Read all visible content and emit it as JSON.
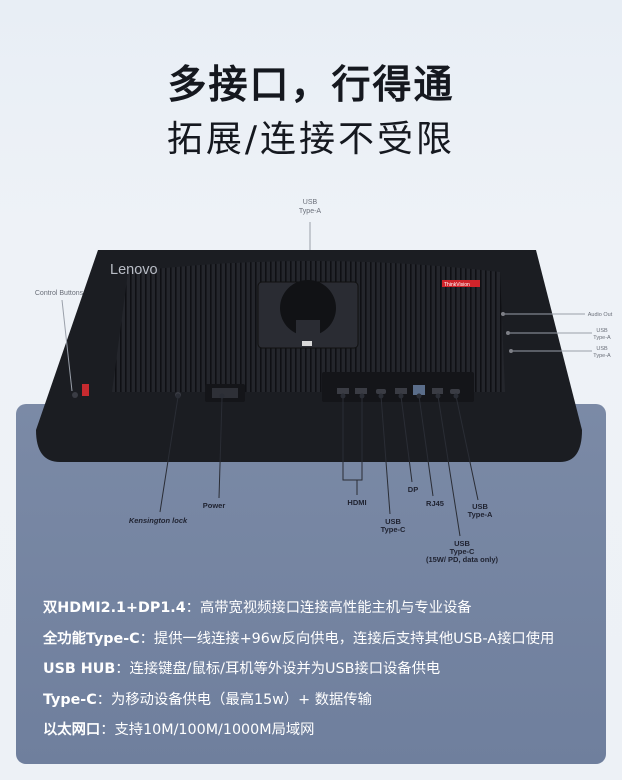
{
  "headline": {
    "line1": "多接口，行得通",
    "line2": "拓展/连接不受限"
  },
  "brand": "Lenovo",
  "brand_badge": "ThinkVision",
  "port_labels": {
    "top_usb_a": [
      "USB",
      "Type-A"
    ],
    "control_buttons": "Control Buttons",
    "audio_out": "Audio Out",
    "side_usb_a_1": [
      "USB",
      "Type-A"
    ],
    "side_usb_a_2": [
      "USB",
      "Type-A"
    ],
    "kensington": "Kensington lock",
    "power": "Power",
    "hdmi": "HDMI",
    "usb_c_1": [
      "USB",
      "Type-C"
    ],
    "dp": "DP",
    "rj45": "RJ45",
    "usb_a_bottom": [
      "USB",
      "Type-A"
    ],
    "usb_c_2": [
      "USB",
      "Type-C",
      "(15W/ PD, data only)"
    ]
  },
  "features": [
    {
      "title": "双HDMI2.1+DP1.4",
      "desc": "：高带宽视频接口连接高性能主机与专业设备"
    },
    {
      "title": "全功能Type-C",
      "desc": "：提供一线连接+96w反向供电，连接后支持其他USB-A接口使用"
    },
    {
      "title": "USB HUB",
      "desc": "：连接键盘/鼠标/耳机等外设并为USB接口设备供电"
    },
    {
      "title": "Type-C",
      "desc": "：为移动设备供电（最高15w）+ 数据传输"
    },
    {
      "title": "以太网口",
      "desc": "：支持10M/100M/1000M局域网"
    }
  ],
  "colors": {
    "panel": "#7b8aa6",
    "monitor_body": "#1b1d22",
    "badge_red": "#d0242b"
  }
}
